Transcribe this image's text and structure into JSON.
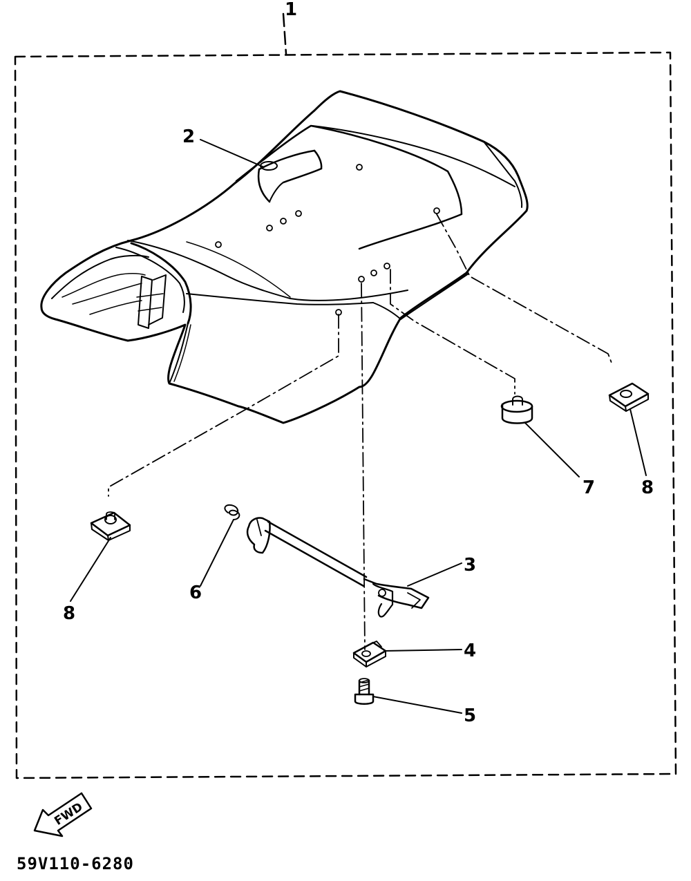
{
  "callouts": {
    "c1": "1",
    "c2": "2",
    "c3": "3",
    "c4": "4",
    "c5": "5",
    "c6": "6",
    "c7": "7",
    "c8a": "8",
    "c8b": "8"
  },
  "fwd_label": "FWD",
  "part_code": "59V110-6280",
  "colors": {
    "ink": "#000000",
    "paper": "#ffffff"
  }
}
